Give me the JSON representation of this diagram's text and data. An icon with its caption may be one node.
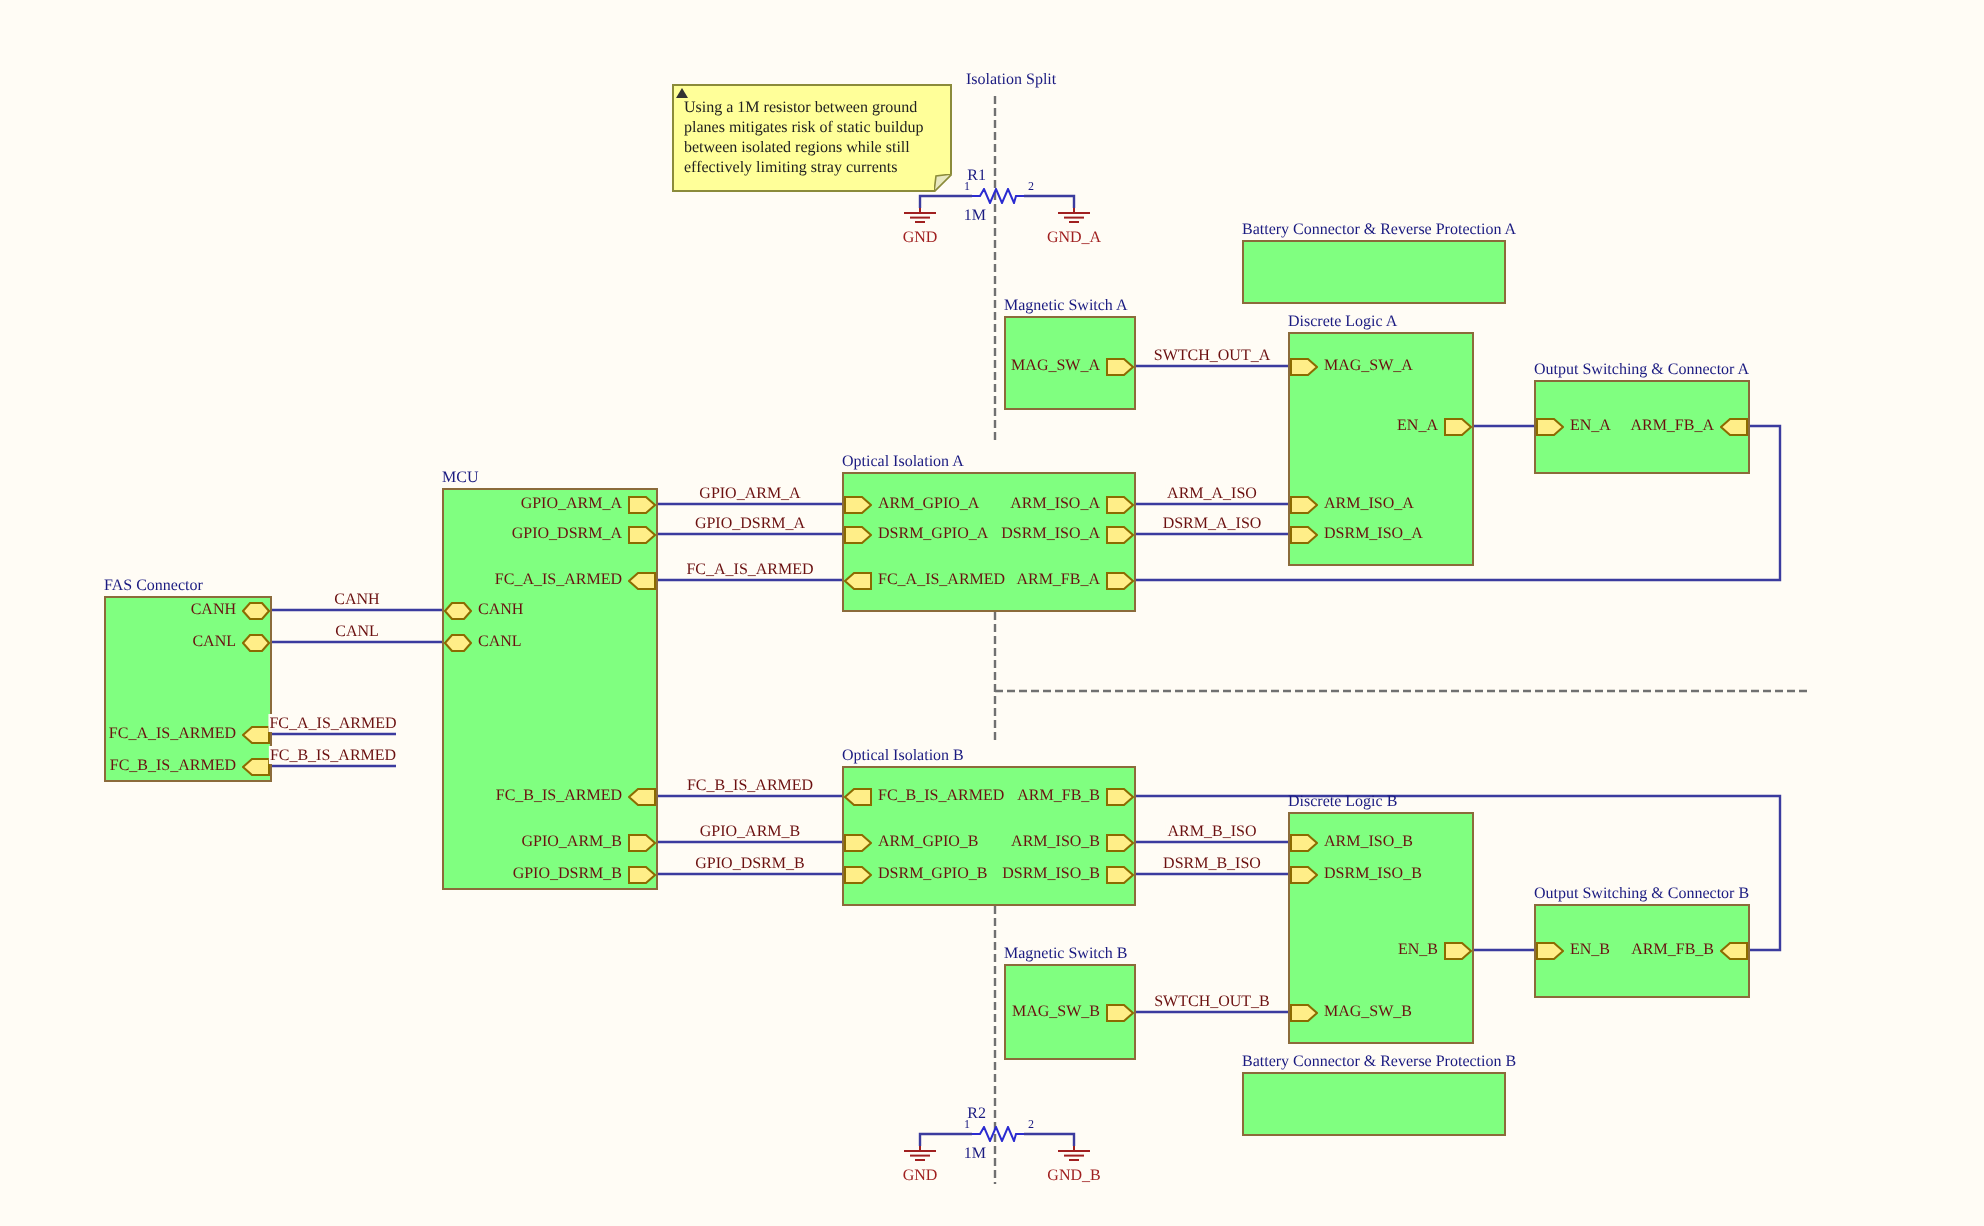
{
  "diagram": {
    "nodes": [
      {
        "text": [
          "FAS Connector"
        ]
      },
      {
        "text": [
          "CANH"
        ],
        "in": 0
      },
      {
        "text": [
          "CANL"
        ],
        "in": 0
      },
      {
        "text": [
          "FC_A_IS_ARMED"
        ],
        "in": 0
      },
      {
        "text": [
          "FC_B_IS_ARMED"
        ],
        "in": 0
      },
      {
        "text": [
          "MCU"
        ]
      },
      {
        "text": [
          "GPIO_ARM_A"
        ],
        "in": 5
      },
      {
        "text": [
          "GPIO_DSRM_A"
        ],
        "in": 5
      },
      {
        "text": [
          "FC_A_IS_ARMED"
        ],
        "in": 5
      },
      {
        "text": [
          "CANH"
        ],
        "in": 5
      },
      {
        "text": [
          "CANL"
        ],
        "in": 5
      },
      {
        "text": [
          "FC_B_IS_ARMED"
        ],
        "in": 5
      },
      {
        "text": [
          "GPIO_ARM_B"
        ],
        "in": 5
      },
      {
        "text": [
          "GPIO_DSRM_B"
        ],
        "in": 5
      },
      {
        "text": [
          "Optical Isolation A"
        ]
      },
      {
        "text": [
          "ARM_GPIO_A"
        ],
        "in": 14
      },
      {
        "text": [
          "DSRM_GPIO_A"
        ],
        "in": 14
      },
      {
        "text": [
          "FC_A_IS_ARMED"
        ],
        "in": 14
      },
      {
        "text": [
          "ARM_ISO_A"
        ],
        "in": 14
      },
      {
        "text": [
          "DSRM_ISO_A"
        ],
        "in": 14
      },
      {
        "text": [
          "ARM_FB_A"
        ],
        "in": 14
      },
      {
        "text": [
          "Optical Isolation B"
        ]
      },
      {
        "text": [
          "FC_B_IS_ARMED"
        ],
        "in": 21
      },
      {
        "text": [
          "ARM_GPIO_B"
        ],
        "in": 21
      },
      {
        "text": [
          "DSRM_GPIO_B"
        ],
        "in": 21
      },
      {
        "text": [
          "ARM_FB_B"
        ],
        "in": 21
      },
      {
        "text": [
          "ARM_ISO_B"
        ],
        "in": 21
      },
      {
        "text": [
          "DSRM_ISO_B"
        ],
        "in": 21
      },
      {
        "text": [
          "Magnetic Switch A"
        ]
      },
      {
        "text": [
          "MAG_SW_A"
        ],
        "in": 28
      },
      {
        "text": [
          "Magnetic Switch B"
        ]
      },
      {
        "text": [
          "MAG_SW_B"
        ],
        "in": 30
      },
      {
        "text": [
          "Discrete Logic A"
        ]
      },
      {
        "text": [
          "MAG_SW_A"
        ],
        "in": 32
      },
      {
        "text": [
          "EN_A"
        ],
        "in": 32
      },
      {
        "text": [
          "ARM_ISO_A"
        ],
        "in": 32
      },
      {
        "text": [
          "DSRM_ISO_A"
        ],
        "in": 32
      },
      {
        "text": [
          "Discrete Logic B"
        ]
      },
      {
        "text": [
          "ARM_ISO_B"
        ],
        "in": 37
      },
      {
        "text": [
          "DSRM_ISO_B"
        ],
        "in": 37
      },
      {
        "text": [
          "EN_B"
        ],
        "in": 37
      },
      {
        "text": [
          "MAG_SW_B"
        ],
        "in": 37
      },
      {
        "text": [
          "Output Switching & Connector A"
        ]
      },
      {
        "text": [
          "EN_A"
        ],
        "in": 42
      },
      {
        "text": [
          "ARM_FB_A"
        ],
        "in": 42
      },
      {
        "text": [
          "Output Switching & Connector B"
        ]
      },
      {
        "text": [
          "EN_B"
        ],
        "in": 45
      },
      {
        "text": [
          "ARM_FB_B"
        ],
        "in": 45
      },
      {
        "text": [
          "Battery Connector & Reverse Protection A"
        ]
      },
      {
        "text": [
          "Battery Connector & Reverse Protection B"
        ]
      },
      {
        "text": [
          "Using a 1M resistor between ground planes mitigates risk of static buildup between isolated regions while still effectively limiting stray currents"
        ]
      },
      {
        "text": [
          "R1",
          "1M"
        ]
      },
      {
        "text": [
          "GND"
        ]
      },
      {
        "text": [
          "GND_A"
        ]
      },
      {
        "text": [
          "R2",
          "1M"
        ]
      },
      {
        "text": [
          "GND"
        ]
      },
      {
        "text": [
          "GND_B"
        ]
      }
    ],
    "edges": [
      {
        "from": 1,
        "to": 9,
        "arrow": "none",
        "label": "CANH"
      },
      {
        "from": 2,
        "to": 10,
        "arrow": "none",
        "label": "CANL"
      },
      {
        "from": 3,
        "to": null,
        "arrow": "none",
        "label": "FC_A_IS_ARMED"
      },
      {
        "from": 4,
        "to": null,
        "arrow": "none",
        "label": "FC_B_IS_ARMED"
      },
      {
        "from": 6,
        "to": 15,
        "arrow": "none",
        "label": "GPIO_ARM_A"
      },
      {
        "from": 7,
        "to": 16,
        "arrow": "none",
        "label": "GPIO_DSRM_A"
      },
      {
        "from": 8,
        "to": 17,
        "arrow": "none",
        "label": "FC_A_IS_ARMED"
      },
      {
        "from": 11,
        "to": 22,
        "arrow": "none",
        "label": "FC_B_IS_ARMED"
      },
      {
        "from": 12,
        "to": 23,
        "arrow": "none",
        "label": "GPIO_ARM_B"
      },
      {
        "from": 13,
        "to": 24,
        "arrow": "none",
        "label": "GPIO_DSRM_B"
      },
      {
        "from": 18,
        "to": 35,
        "arrow": "none",
        "label": "ARM_A_ISO"
      },
      {
        "from": 19,
        "to": 36,
        "arrow": "none",
        "label": "DSRM_A_ISO"
      },
      {
        "from": 29,
        "to": 33,
        "arrow": "none",
        "label": "SWTCH_OUT_A"
      },
      {
        "from": 34,
        "to": 43,
        "arrow": "none"
      },
      {
        "from": 44,
        "to": 20,
        "arrow": "none"
      },
      {
        "from": 25,
        "to": 47,
        "arrow": "none"
      },
      {
        "from": 26,
        "to": 38,
        "arrow": "none",
        "label": "ARM_B_ISO"
      },
      {
        "from": 27,
        "to": 39,
        "arrow": "none",
        "label": "DSRM_B_ISO"
      },
      {
        "from": 31,
        "to": 41,
        "arrow": "none",
        "label": "SWTCH_OUT_B"
      },
      {
        "from": 40,
        "to": 46,
        "arrow": "none"
      },
      {
        "from": 52,
        "to": 51,
        "arrow": "none"
      },
      {
        "from": 51,
        "to": 53,
        "arrow": "none"
      },
      {
        "from": 55,
        "to": 54,
        "arrow": "none"
      },
      {
        "from": 54,
        "to": 56,
        "arrow": "none"
      }
    ],
    "labels": [
      "Isolation Split",
      "1",
      "2",
      "1",
      "2"
    ]
  }
}
